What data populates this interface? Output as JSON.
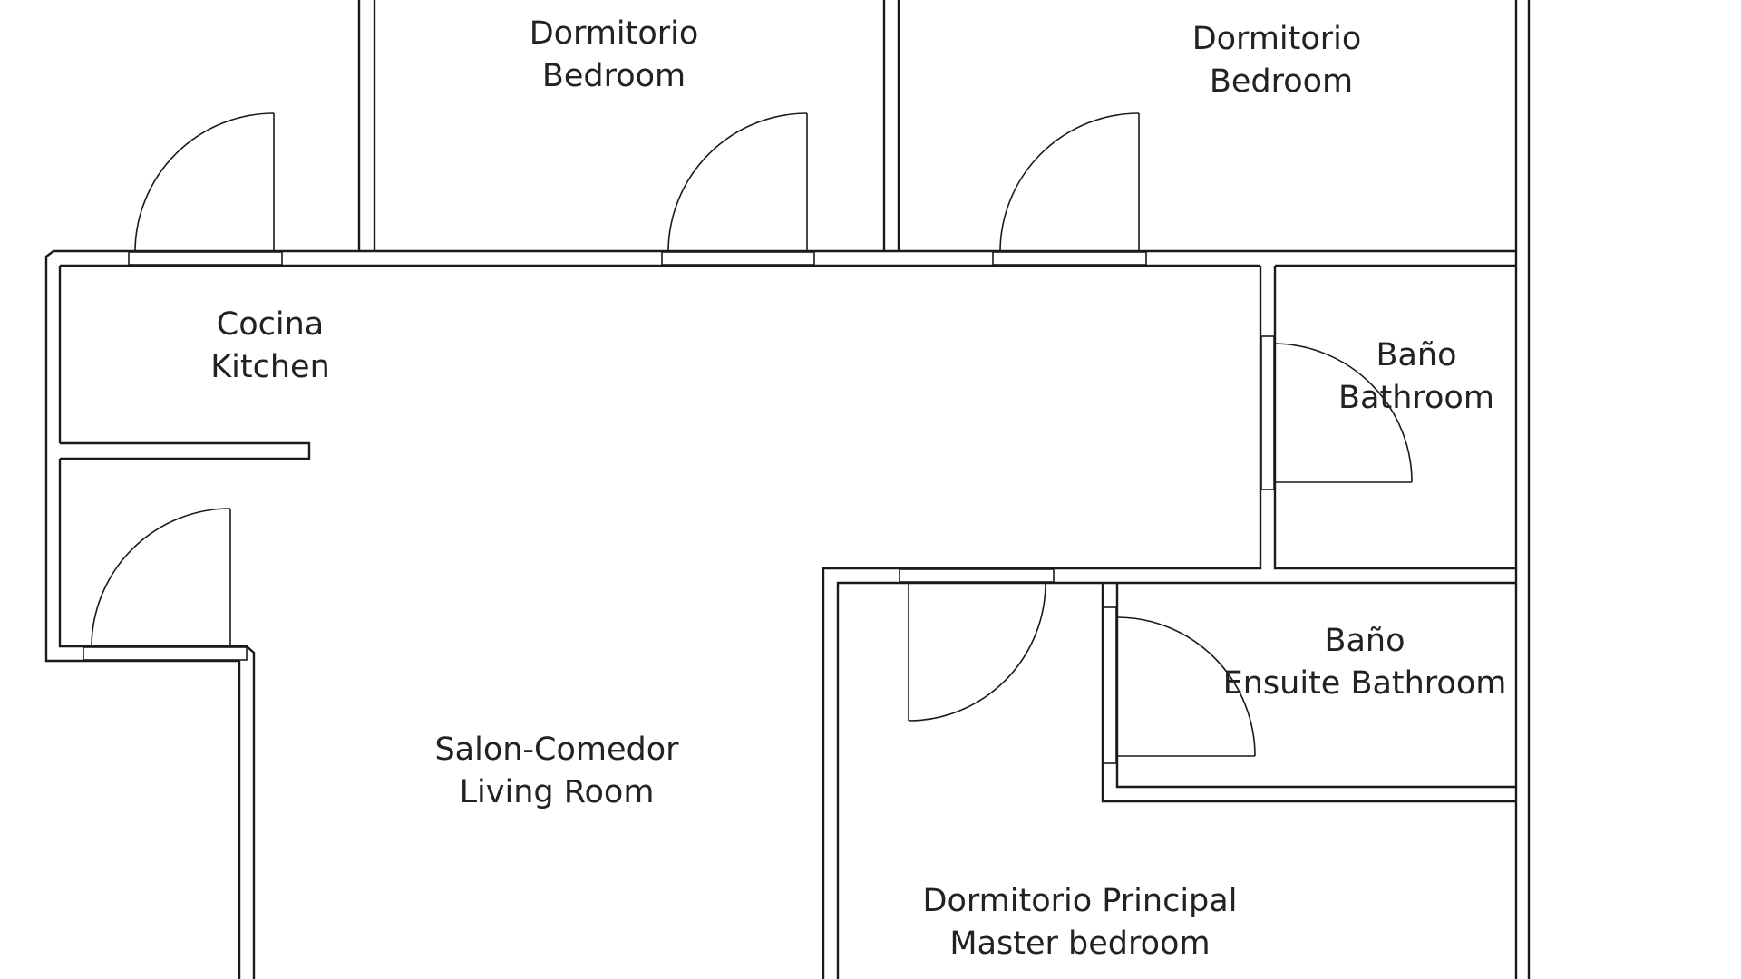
{
  "rooms": {
    "bedroom_1": {
      "name_es": "Dormitorio",
      "name_en": "Bedroom"
    },
    "bedroom_2": {
      "name_es": "Dormitorio",
      "name_en": "Bedroom"
    },
    "kitchen": {
      "name_es": "Cocina",
      "name_en": "Kitchen"
    },
    "bathroom": {
      "name_es": "Baño",
      "name_en": "Bathroom"
    },
    "ensuite": {
      "name_es": "Baño",
      "name_en": "Ensuite Bathroom"
    },
    "living_room": {
      "name_es": "Salon-Comedor",
      "name_en": "Living Room"
    },
    "master_bedroom": {
      "name_es": "Dormitorio Principal",
      "name_en": "Master bedroom"
    }
  },
  "colors": {
    "line": "#1a1a1a",
    "background": "#ffffff"
  }
}
